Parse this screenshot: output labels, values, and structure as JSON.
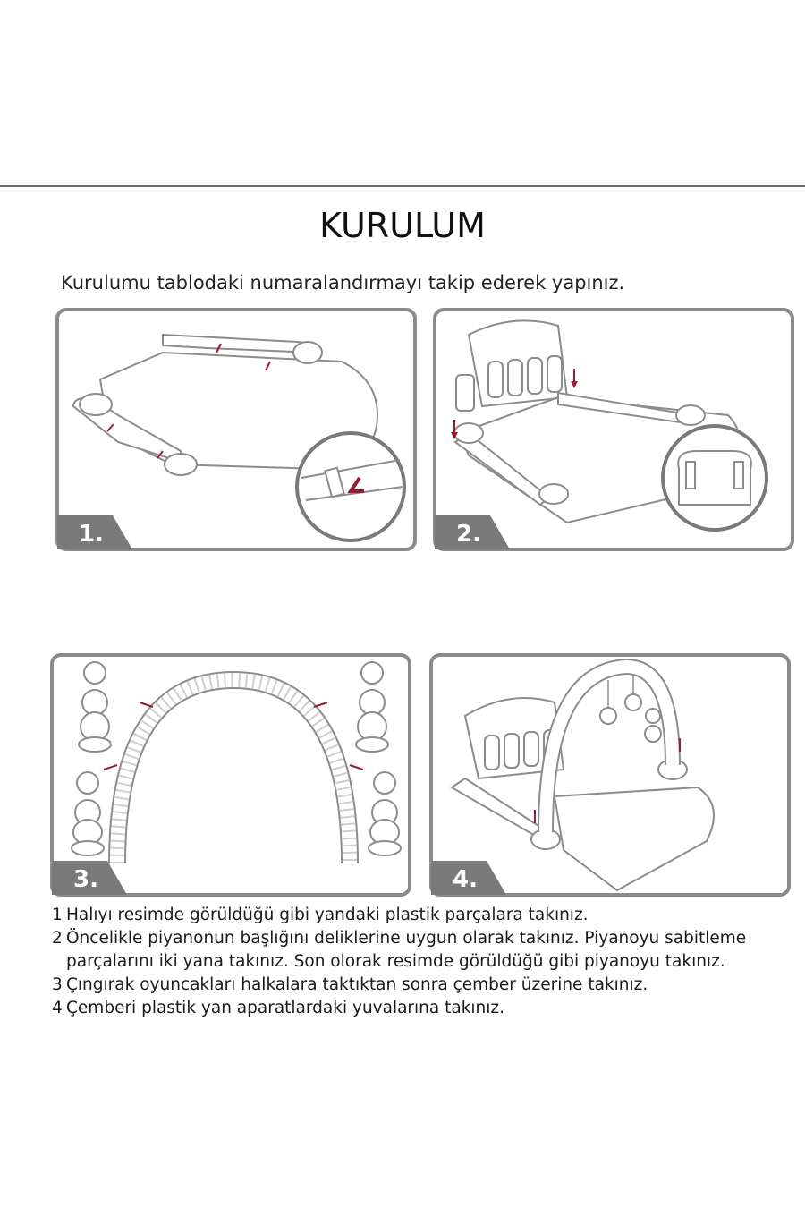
{
  "page": {
    "title": "KURULUM",
    "intro": "Kurulumu tablodaki numaralandırmayı takip ederek yapınız."
  },
  "panels": [
    {
      "label": "1."
    },
    {
      "label": "2."
    },
    {
      "label": "3."
    },
    {
      "label": "4."
    }
  ],
  "steps": [
    {
      "num": "1",
      "text": "Halıyı resimde görüldüğü gibi yandaki plastik parçalara takınız."
    },
    {
      "num": "2",
      "text": "Öncelikle piyanonun başlığını deliklerine uygun olarak takınız. Piyanoyu sabitleme",
      "text2": "parçalarını iki yana takınız. Son olorak resimde görüldüğü gibi piyanoyu takınız."
    },
    {
      "num": "3",
      "text": "Çıngırak oyuncakları halkalara taktıktan sonra çember üzerine takınız."
    },
    {
      "num": "4",
      "text": "Çemberi plastik yan aparatlardaki yuvalarına takınız."
    }
  ],
  "colors": {
    "frame": "#8a8a8a",
    "label_bg": "#7a7a7a",
    "arrow": "#9b1b30",
    "line": "#8c8c8c"
  }
}
